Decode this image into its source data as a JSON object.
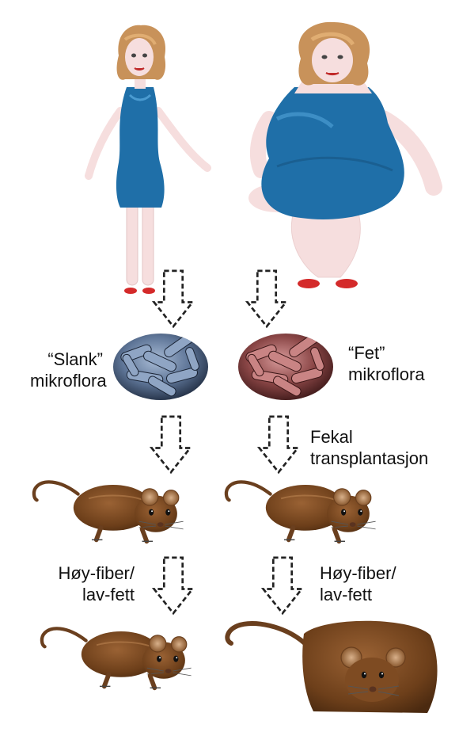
{
  "labels": {
    "slim_flora": {
      "line1": "“Slank”",
      "line2": "mikroflora"
    },
    "fat_flora": {
      "line1": "“Fet”",
      "line2": "mikroflora"
    },
    "transplant": {
      "line1": "Fekal",
      "line2": "transplantasjon"
    },
    "diet_left": {
      "line1": "Høy-fiber/",
      "line2": "lav-fett"
    },
    "diet_right": {
      "line1": "Høy-fiber/",
      "line2": "lav-fett"
    }
  },
  "colors": {
    "dress": "#1f6fa8",
    "hair": "#c8925a",
    "skin": "#f6dede",
    "shoe": "#d42a2a",
    "bacteria_slim": "#6f86a6",
    "bacteria_fat": "#a85a5a",
    "mouse_body": "#7a4a22",
    "arrow_stroke": "#222222"
  },
  "icons": {
    "arrow": "dashed-down-arrow-icon",
    "woman_slim": "slim-woman-icon",
    "woman_obese": "obese-woman-icon",
    "bacteria": "bacteria-cluster-icon",
    "mouse": "mouse-icon"
  }
}
